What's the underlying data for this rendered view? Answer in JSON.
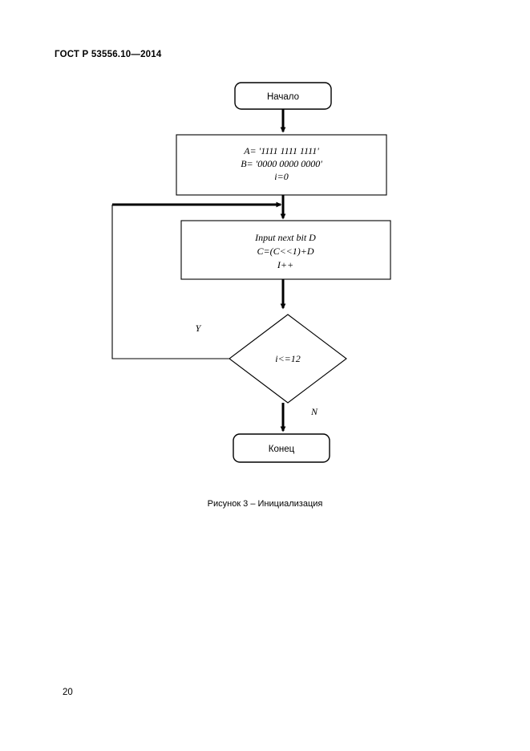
{
  "document": {
    "standard_header": "ГОСТ Р 53556.10—2014",
    "page_number": "20"
  },
  "figure": {
    "caption": "Рисунок 3 – Инициализация",
    "nodes": {
      "start": {
        "label": "Начало"
      },
      "init": {
        "line1": "A= '1111 1111 1111'",
        "line2": "B= '0000 0000 0000'",
        "line3": "i=0"
      },
      "process": {
        "line1": "Input next bit D",
        "line2": "C=(C<<1)+D",
        "line3": "I++"
      },
      "decision": {
        "label": "i<=12"
      },
      "end": {
        "label": "Конец"
      }
    },
    "branches": {
      "yes": "Y",
      "no": "N"
    }
  },
  "colors": {
    "ink": "#000000",
    "paper": "#ffffff"
  }
}
